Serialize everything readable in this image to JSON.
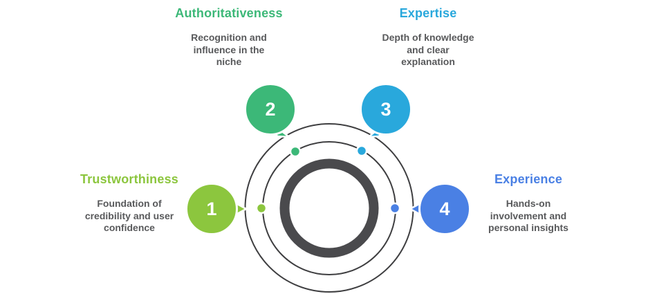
{
  "items": [
    {
      "number": "1",
      "label": "Trustworthiness",
      "description": "Foundation of\ncredibility and user\nconfidence",
      "color": "#8CC63E"
    },
    {
      "number": "2",
      "label": "Authoritativeness",
      "description": "Recognition and\ninfluence in the\nniche",
      "color": "#3CB878"
    },
    {
      "number": "3",
      "label": "Expertise",
      "description": "Depth of knowledge\nand clear\nexplanation",
      "color": "#29A8DC"
    },
    {
      "number": "4",
      "label": "Experience",
      "description": "Hands-on\ninvolvement and\npersonal insights",
      "color": "#4A80E4"
    }
  ],
  "colors": {
    "orbit_stroke": "#3E3E40",
    "center_ring": "#4A4A4D",
    "description_text": "#58595B",
    "background": "#FFFFFF",
    "number_text": "#FFFFFF"
  }
}
